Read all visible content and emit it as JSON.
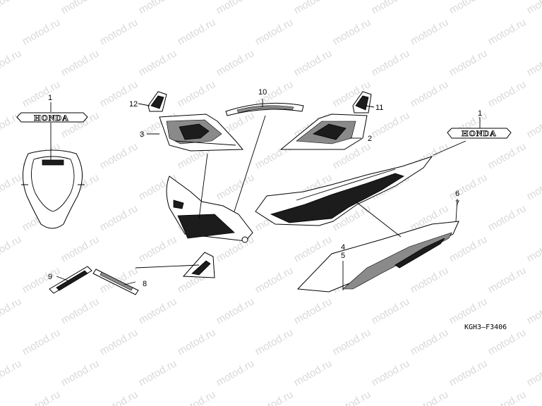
{
  "watermark": "motod.ru",
  "diagram_code": "KGH3—F3406",
  "logo_text": "HONDA",
  "callouts": {
    "c1a": "1",
    "c1b": "1",
    "c2": "2",
    "c3": "3",
    "c4": "4",
    "c5": "5",
    "c6": "6",
    "c7": "7",
    "c8": "8",
    "c9": "9",
    "c10": "10",
    "c11": "11",
    "c12": "12"
  }
}
